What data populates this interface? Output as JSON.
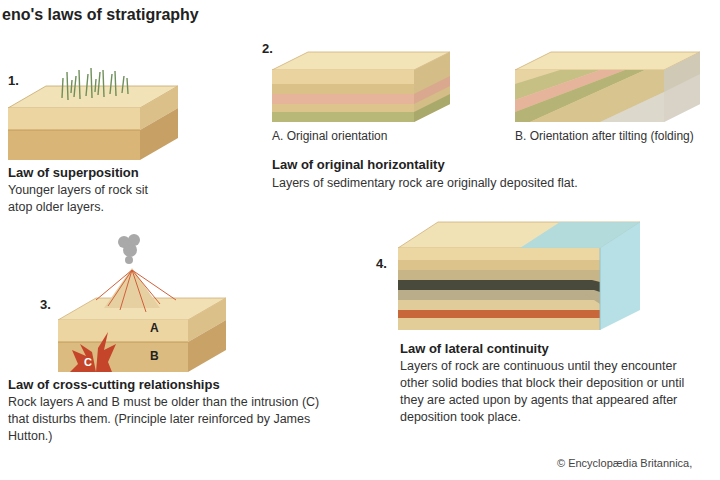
{
  "diagram": {
    "title": "eno's laws of stratigraphy",
    "labels": [
      "1.",
      "Law of superposition",
      "Younger layers of rock sit atop older layers.",
      "2.",
      "A. Original orientation",
      "B. Orientation after tilting (folding)",
      "Law of original horizontality",
      "Layers of sedimentary rock are originally deposited flat.",
      "3.",
      "A",
      "B",
      "C",
      "Law of cross-cutting relationships",
      "Rock layers A and B must be older than the intrusion (C) that disturbs them. (Principle later reinforced by James Hutton.)",
      "4.",
      "Law of lateral continuity",
      "Layers of rock are continuous until they encounter other solid bodies that block their deposition or until they are acted upon by agents that appeared after deposition took place.",
      "© Encyclopædia Britannica,"
    ]
  }
}
